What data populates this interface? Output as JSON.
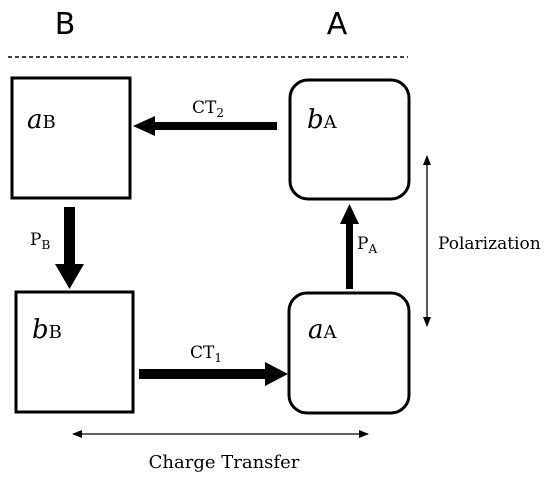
{
  "headers": {
    "left": "B",
    "right": "A"
  },
  "boxes": {
    "aB": {
      "main": "a",
      "sub": "B"
    },
    "bA": {
      "main": "b",
      "sub": "A"
    },
    "bB": {
      "main": "b",
      "sub": "B"
    },
    "aA": {
      "main": "a",
      "sub": "A"
    }
  },
  "arrows": {
    "ct2": {
      "main": "CT",
      "sub": "2"
    },
    "ct1": {
      "main": "CT",
      "sub": "1"
    },
    "pB": {
      "main": "P",
      "sub": "B"
    },
    "pA": {
      "main": "P",
      "sub": "A"
    }
  },
  "labels": {
    "polarization": "Polarization",
    "charge_transfer": "Charge Transfer"
  }
}
